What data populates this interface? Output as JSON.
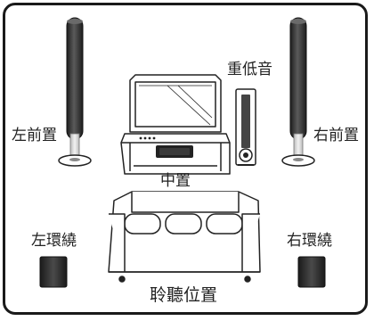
{
  "labels": {
    "left_front": "左前置",
    "right_front": "右前置",
    "subwoofer": "重低音",
    "center": "中置",
    "left_surround": "左環繞",
    "right_surround": "右環繞",
    "listening_position": "聆聽位置"
  }
}
